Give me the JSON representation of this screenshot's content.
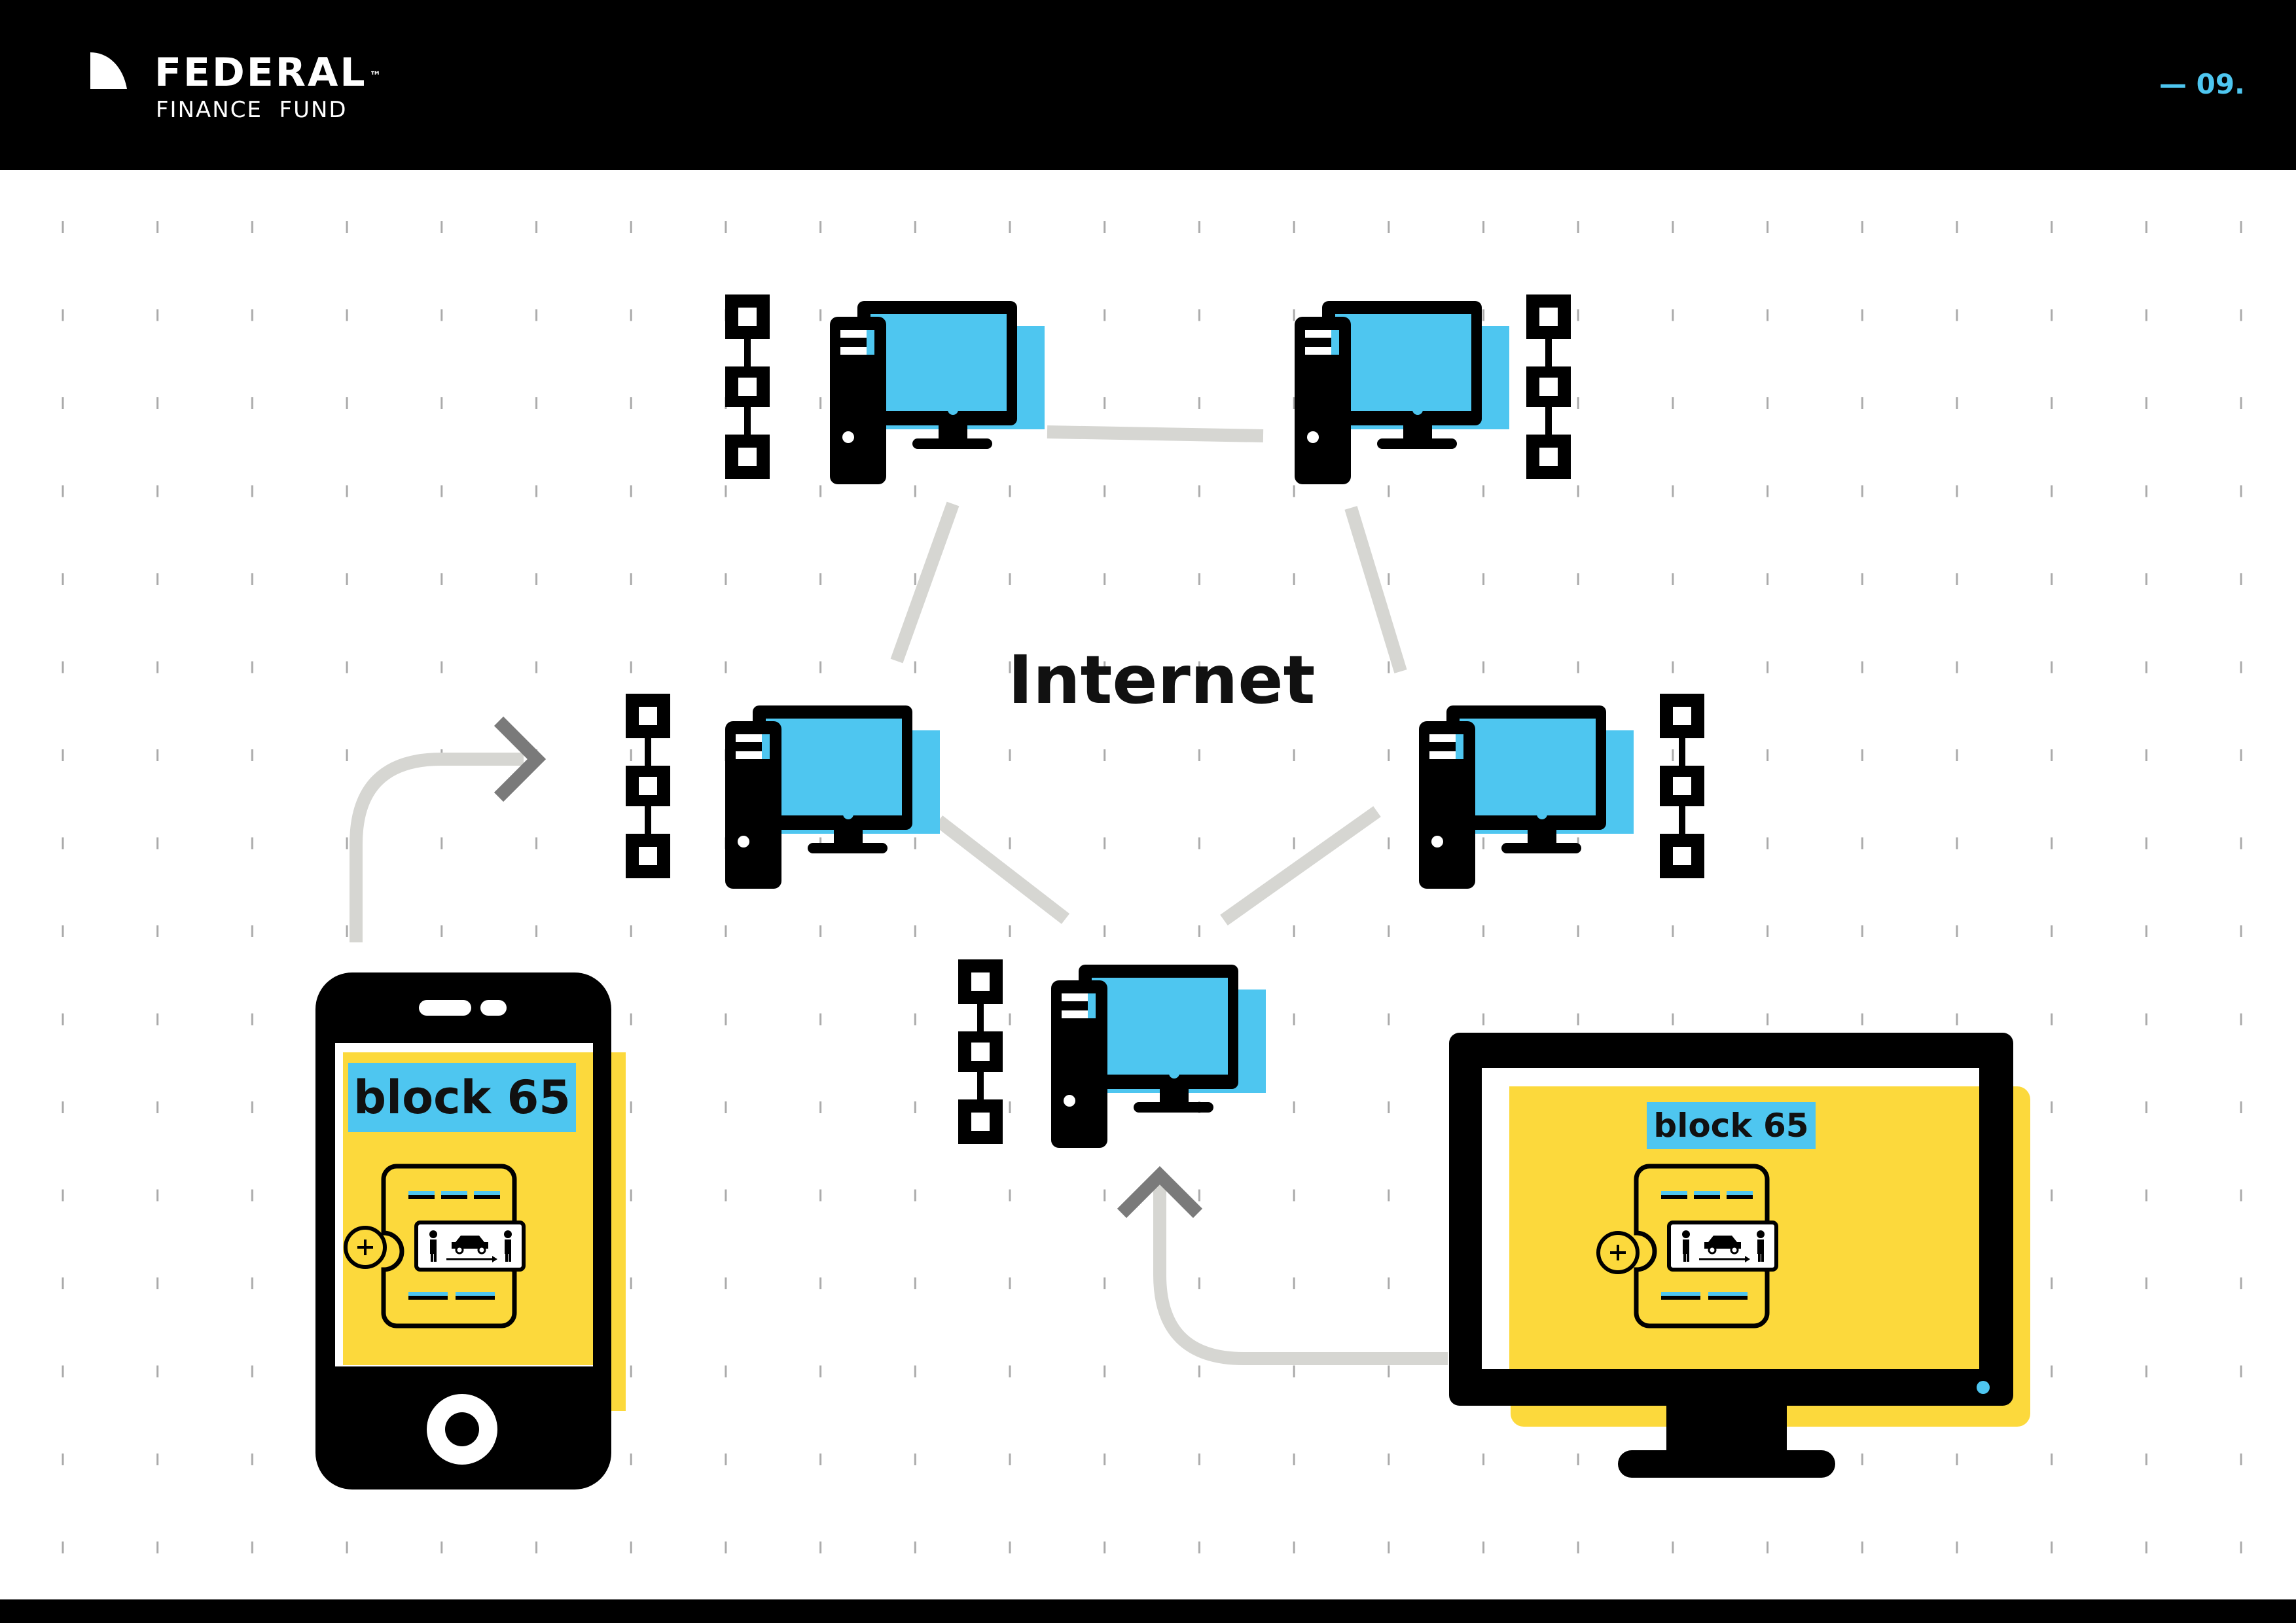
{
  "header": {
    "brand_title": "FEDERAL",
    "brand_tm": "™",
    "brand_subtitle": "FINANCE  FUND",
    "page_number": "— 09."
  },
  "diagram": {
    "center_label": "Internet",
    "phone_block_label": "block 65",
    "monitor_block_label": "block 65",
    "node_count": 5
  },
  "colors": {
    "accent_blue": "#4ec6f0",
    "accent_yellow": "#fcd93c",
    "line_gray": "#d6d6d2",
    "arrow_gray": "#7a7a7a",
    "ink": "#000000"
  },
  "icons": [
    "logo-mark-icon",
    "computer-node-icon",
    "blockchain-icon",
    "smartphone-icon",
    "monitor-icon",
    "ticket-icon",
    "plus-icon",
    "car-icon",
    "person-icon",
    "arrow-right-icon",
    "arrow-up-icon"
  ]
}
